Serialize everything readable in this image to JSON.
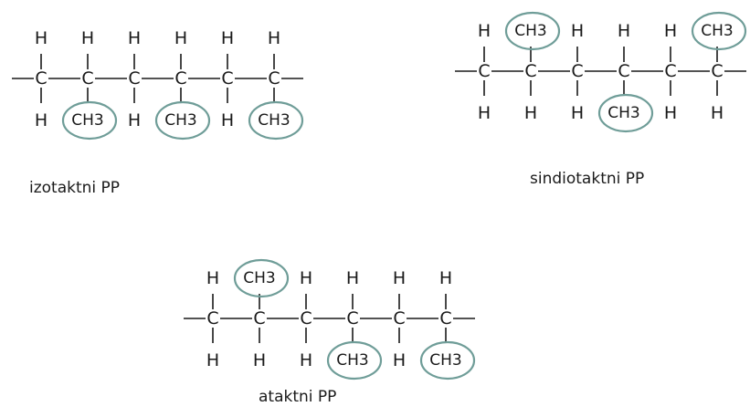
{
  "atoms": {
    "carbon": "C",
    "hydrogen": "H",
    "methyl": "CH3"
  },
  "colors": {
    "ink": "#1a1a1a",
    "circle": "#6f9d98"
  },
  "captions": {
    "isotactic": "izotaktni PP",
    "syndiotactic": "sindiotaktni PP",
    "atactic": "ataktni PP"
  },
  "chains": [
    {
      "id": "isotactic",
      "label": "izotaktni PP",
      "substituents": [
        {
          "top": "H",
          "bottom": "H"
        },
        {
          "top": "H",
          "bottom": "CH3"
        },
        {
          "top": "H",
          "bottom": "H"
        },
        {
          "top": "H",
          "bottom": "CH3"
        },
        {
          "top": "H",
          "bottom": "H"
        },
        {
          "top": "H",
          "bottom": "CH3"
        }
      ]
    },
    {
      "id": "syndiotactic",
      "label": "sindiotaktni PP",
      "substituents": [
        {
          "top": "H",
          "bottom": "H"
        },
        {
          "top": "CH3",
          "bottom": "H"
        },
        {
          "top": "H",
          "bottom": "H"
        },
        {
          "top": "H",
          "bottom": "CH3"
        },
        {
          "top": "H",
          "bottom": "H"
        },
        {
          "top": "CH3",
          "bottom": "H"
        }
      ]
    },
    {
      "id": "atactic",
      "label": "ataktni PP",
      "substituents": [
        {
          "top": "H",
          "bottom": "H"
        },
        {
          "top": "CH3",
          "bottom": "H"
        },
        {
          "top": "H",
          "bottom": "H"
        },
        {
          "top": "H",
          "bottom": "CH3"
        },
        {
          "top": "H",
          "bottom": "H"
        },
        {
          "top": "H",
          "bottom": "CH3"
        }
      ]
    }
  ]
}
